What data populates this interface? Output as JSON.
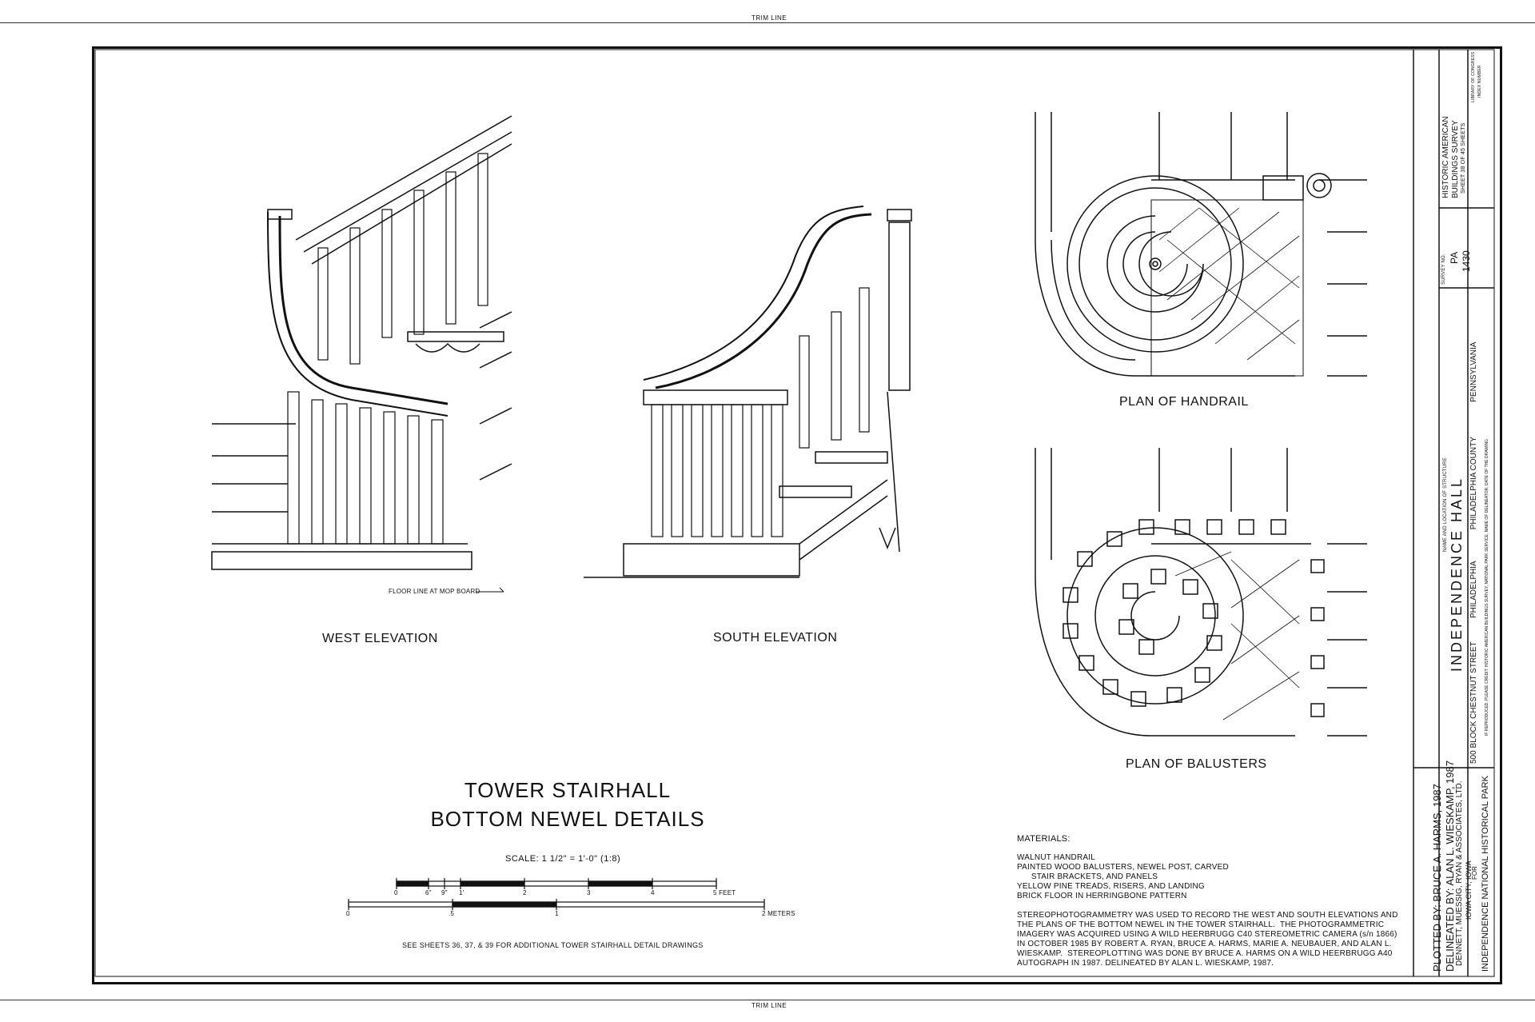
{
  "trim_line": "TRIM LINE",
  "views": {
    "west_elevation": "WEST ELEVATION",
    "south_elevation": "SOUTH ELEVATION",
    "plan_of_handrail": "PLAN OF HANDRAIL",
    "plan_of_balusters": "PLAN OF BALUSTERS",
    "floor_line_note": "FLOOR LINE AT MOP BOARD"
  },
  "title": {
    "line1": "TOWER STAIRHALL",
    "line2": "BOTTOM NEWEL DETAILS"
  },
  "scale": {
    "text": "SCALE: 1 1/2\" = 1'-0\"  (1:8)",
    "feet_labels": [
      "0",
      "6\"",
      "9\"",
      "1'",
      "2",
      "3",
      "4",
      "5 FEET"
    ],
    "meter_labels": [
      "0",
      ".5",
      "1",
      "2 METERS"
    ]
  },
  "see_sheets_note": "SEE SHEETS 36, 37, & 39 FOR ADDITIONAL TOWER STAIRHALL DETAIL DRAWINGS",
  "materials": {
    "heading": "MATERIALS:",
    "items": [
      "WALNUT HANDRAIL",
      "PAINTED WOOD BALUSTERS, NEWEL POST, CARVED",
      "      STAIR BRACKETS, AND PANELS",
      "YELLOW PINE TREADS, RISERS, AND LANDING",
      "BRICK FLOOR IN HERRINGBONE PATTERN"
    ],
    "notes": [
      "STEREOPHOTOGRAMMETRY WAS USED TO RECORD THE WEST AND SOUTH ELEVATIONS AND",
      "THE PLANS OF THE BOTTOM NEWEL IN THE TOWER STAIRHALL.  THE PHOTOGRAMMETRIC",
      "IMAGERY WAS ACQUIRED USING A WILD HEERBRUGG C40 STEREOMETRIC CAMERA (s/n 1866)",
      "IN OCTOBER 1985 BY ROBERT A. RYAN, BRUCE A. HARMS, MARIE A. NEUBAUER, AND ALAN L.",
      "WIESKAMP.  STEREOPLOTTING WAS DONE BY BRUCE A. HARMS ON A WILD HEERBRUGG A40",
      "AUTOGRAPH IN 1987. DELINEATED BY ALAN L. WIESKAMP, 1987."
    ]
  },
  "title_block": {
    "plotted_by": "PLOTTED BY: BRUCE A. HARMS, 1987",
    "delineated_by": "DELINEATED BY: ALAN L. WIESKAMP, 1987",
    "firm": "DENNETT, MUESSIG, RYAN & ASSOCIATES, LTD.",
    "city": "IOWA CITY, IOWA",
    "for": "FOR",
    "park": "INDEPENDENCE NATIONAL HISTORICAL PARK",
    "name_label": "NAME AND LOCATION OF STRUCTURE",
    "structure_name": "INDEPENDENCE HALL",
    "address": "500 BLOCK CHESTNUT STREET",
    "city2": "PHILADELPHIA",
    "county": "PHILADELPHIA COUNTY",
    "state": "PENNSYLVANIA",
    "credit": "IF REPRODUCED, PLEASE CREDIT: HISTORIC AMERICAN BUILDINGS SURVEY, NATIONAL PARK SERVICE, NAME OF DELINEATOR, DATE OF THE DRAWING",
    "survey_no_label": "SURVEY NO.",
    "survey_state": "PA",
    "survey_number": "1430",
    "habs_line1": "HISTORIC AMERICAN",
    "habs_line2": "BUILDINGS SURVEY",
    "sheet": "SHEET 38 OF 45 SHEETS",
    "loc_line1": "LIBRARY OF CONGRESS",
    "loc_line2": "INDEX NUMBER"
  }
}
